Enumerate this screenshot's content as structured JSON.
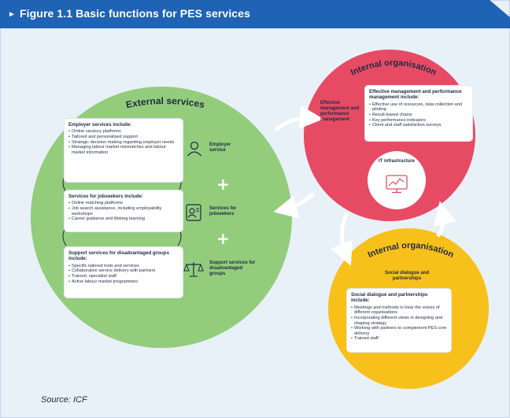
{
  "header": {
    "arrow": "►",
    "title": "Figure 1.1 Basic functions for PES services"
  },
  "external": {
    "title": "External services",
    "employer_card": {
      "title": "Employer services include:",
      "items": [
        "Online vacancy platforms",
        "Tailored and personalised support",
        "Strategic decision making regarding employer needs",
        "Managing labour market mismatches and labour market information"
      ]
    },
    "jobseeker_card": {
      "title": "Services for jobseekers include:",
      "items": [
        "Online matching platforms",
        "Job search assistance, including employability workshops",
        "Career guidance and lifelong learning"
      ]
    },
    "disadvantaged_card": {
      "title": "Support services for disadvantaged groups include:",
      "items": [
        "Specific tailored tools and services",
        "Collaborative service delivery with partners",
        "Trained, specialist staff",
        "Active labour market programmes"
      ]
    },
    "labels": {
      "employer": "Employer service",
      "jobseekers": "Services for jobseekers",
      "disadvantaged": "Support services for disadvantaged groups"
    },
    "plus": "+"
  },
  "internal_red": {
    "title": "Internal organisation",
    "left_label": "Effective management and performance management",
    "card": {
      "title": "Effective management and performance management include:",
      "items": [
        "Effective use of resources, data collection and piloting",
        "Result-based chains",
        "Key performance indicators",
        "Client and staff satisfaction surveys"
      ]
    },
    "it_label": "IT infrastructure"
  },
  "internal_yellow": {
    "title": "Internal organisation",
    "label": "Social dialogue and partnerships",
    "card": {
      "title": "Social dialogue and partnerships include:",
      "items": [
        "Meetings and methods to hear the voices of different organisations",
        "Incorporating different views in designing and shaping strategy",
        "Working with partners to complement PES core delivery",
        "Trained staff"
      ]
    }
  },
  "source": "Source: ICF",
  "colors": {
    "header": "#1e63b4",
    "green": "#93cd7c",
    "red": "#e64b63",
    "yellow": "#f8c01a",
    "navy": "#1f2a44"
  }
}
